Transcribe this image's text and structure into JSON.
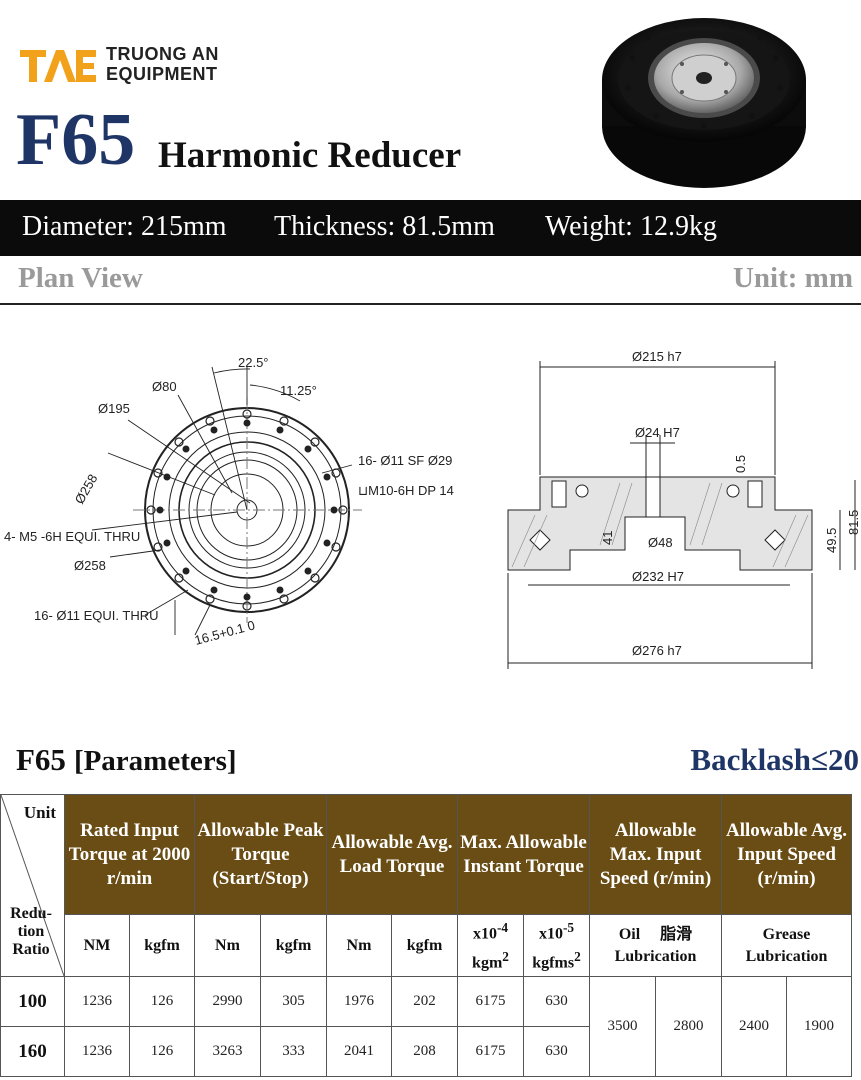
{
  "brand": {
    "mark_text": "TAE",
    "name_line1": "TRUONG AN",
    "name_line2": "EQUIPMENT",
    "colors": {
      "mark": "#f2a11b",
      "title": "#1e3566",
      "header_fill": "#6a4d14"
    }
  },
  "product": {
    "model": "F65",
    "name": "Harmonic Reducer",
    "photo_icon": "harmonic-reducer-photo"
  },
  "specs": {
    "diameter": "Diameter: 215mm",
    "thickness": "Thickness: 81.5mm",
    "weight": "Weight: 12.9kg"
  },
  "plan": {
    "title": "Plan View",
    "unit": "Unit: mm",
    "front_labels": {
      "angle1": "22.5°",
      "angle2": "11.25°",
      "d80": "Ø80",
      "d195": "Ø195",
      "d258_diag": "Ø258",
      "holes_sf": "16- Ø11 SF Ø29",
      "thread": "⊔M10-6H DP 14",
      "m5": "4- M5 -6H EQUI. THRU",
      "d258": "Ø258",
      "holes_thru": "16- Ø11 EQUI. THRU",
      "tol": "16.5+0.1 0"
    },
    "section_labels": {
      "d215": "Ø215 h7",
      "d24": "Ø24 H7",
      "gap": "0.5",
      "h41": "41",
      "d48": "Ø48",
      "h495": "49.5",
      "h815": "81.5",
      "d232": "Ø232 H7",
      "d276": "Ø276 h7"
    }
  },
  "parameters": {
    "model": "F65",
    "subtitle": "[Parameters]",
    "backlash": "Backlash≤20",
    "unit_label": "Unit",
    "ratio_label": "Redu-tion Ratio",
    "headers": [
      "Rated Input Torque at 2000 r/min",
      "Allowable Peak Torque (Start/Stop)",
      "Allowable Avg. Load Torque",
      "Max. Allowable Instant Torque",
      "Allowable Max. Input Speed (r/min)",
      "Allowable Avg. Input Speed (r/min)"
    ],
    "units": [
      "NM",
      "kgfm",
      "Nm",
      "kgfm",
      "Nm",
      "kgfm"
    ],
    "inertia_units": [
      {
        "pre": "x10",
        "exp": "-4",
        "unit": "kgm",
        "unit_exp": "2"
      },
      {
        "pre": "x10",
        "exp": "-5",
        "unit": "kgfms",
        "unit_exp": "2"
      }
    ],
    "lub_oil_a": "Oil",
    "lub_oil_b": "脂滑",
    "lub_oil_c": "Lubrication",
    "lub_grease": "Grease Lubrication",
    "rows": [
      {
        "ratio": "100",
        "values": [
          "1236",
          "126",
          "2990",
          "305",
          "1976",
          "202",
          "6175",
          "630"
        ]
      },
      {
        "ratio": "160",
        "values": [
          "1236",
          "126",
          "3263",
          "333",
          "2041",
          "208",
          "6175",
          "630"
        ]
      }
    ],
    "speeds": [
      "3500",
      "2800",
      "2400",
      "1900"
    ]
  }
}
